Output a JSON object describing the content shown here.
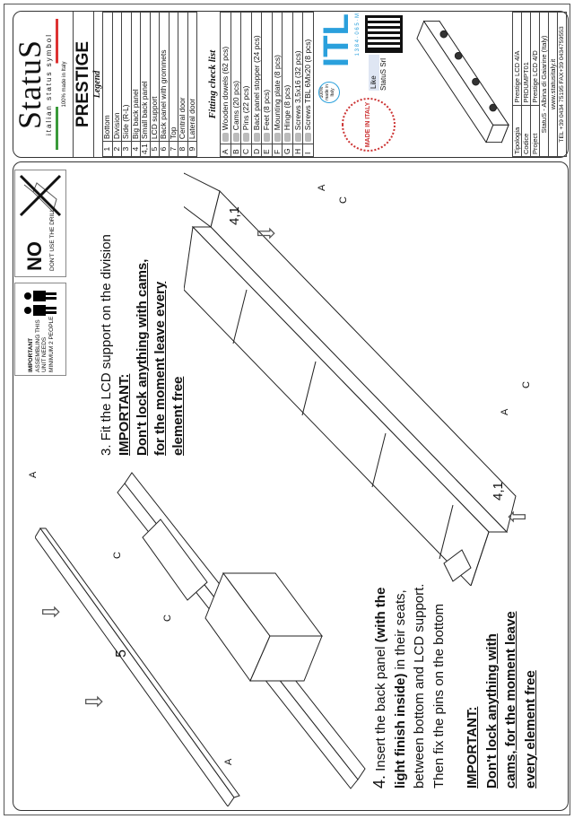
{
  "title_block": {
    "brand": "StatuS",
    "tagline": "italian status symbol",
    "made_in": "100% made in Italy",
    "product": "PRESTIGE",
    "legend_title": "Legend",
    "legend": [
      {
        "n": "1",
        "label": "Bottom"
      },
      {
        "n": "2",
        "label": "Division"
      },
      {
        "n": "3",
        "label": "Side (R-L)"
      },
      {
        "n": "4",
        "label": "Big back panel"
      },
      {
        "n": "4,1",
        "label": "Small back panel"
      },
      {
        "n": "5",
        "label": "LCD support"
      },
      {
        "n": "6",
        "label": "Back panel with grommets"
      },
      {
        "n": "7",
        "label": "Top"
      },
      {
        "n": "8",
        "label": "Central door"
      },
      {
        "n": "9",
        "label": "Lateral door"
      }
    ],
    "fitting_title": "Fitting check list",
    "fitting": [
      {
        "n": "A",
        "label": "Wooden dowels (62 pcs)"
      },
      {
        "n": "B",
        "label": "Cams (20 pcs)"
      },
      {
        "n": "C",
        "label": "Pins (22 pcs)"
      },
      {
        "n": "D",
        "label": "Back panel stopper (24 pcs)"
      },
      {
        "n": "E",
        "label": "Feet (8 pcs)"
      },
      {
        "n": "F",
        "label": "Mounting plate (8 pcs)"
      },
      {
        "n": "G",
        "label": "Hinge (8 pcs)"
      },
      {
        "n": "H",
        "label": "Screws 3,5x16 (32 pcs)"
      },
      {
        "n": "I",
        "label": "Screws TBL 6Mx20 (8 pcs)"
      }
    ],
    "itl_logo": "ITL",
    "itl_badge": "100% made in Italy",
    "itl_code": "1 3 8 4 · 0 6 5 · M",
    "like_label": "Like",
    "like_company": "StatuS Srl",
    "seal_text": "MADE IN ITALY",
    "info": {
      "tipologia_label": "Tipologia",
      "tipologia": "Prestige LCD 4/A",
      "codice_label": "Codice",
      "codice": "PRDUMPT01",
      "project_label": "Project",
      "project": "Prestige LCD 4/D",
      "company": "StatuS - Albina di Gaiarine (Italy)",
      "website": "www.statusitaly.it",
      "contact": "TEL +39 0434 75195  FAX+39 0434759553"
    }
  },
  "warnings": {
    "people_text": [
      "IMPORTANT",
      "ASSEMBLING THIS",
      "UNIT NEEDS",
      "MINIMUM 2 PEOPLE"
    ],
    "no_label": "NO",
    "drill_text": "DON'T USE THE DRILL"
  },
  "step3": {
    "number": "3.",
    "text": "Fit the LCD support on the division",
    "important": "IMPORTANT:",
    "warning_lines": [
      "Don't lock anything with cams,",
      "for the moment leave every",
      "element free"
    ]
  },
  "step4": {
    "number": "4.",
    "line1_a": "Insert the back panel ",
    "line1_b": "(with the",
    "line2_a": "light finish inside)",
    "line2_b": " in their seats,",
    "line3": "between bottom and LCD support.",
    "line4": "Then fix the pins on the bottom",
    "important": "IMPORTANT:",
    "warning_lines": [
      "Don't lock anything with",
      "cams, for the moment leave",
      "every element free"
    ]
  },
  "diagram_labels": {
    "part_5": "5",
    "part_41": "4,1",
    "fitting_a": "A",
    "fitting_c": "C"
  }
}
